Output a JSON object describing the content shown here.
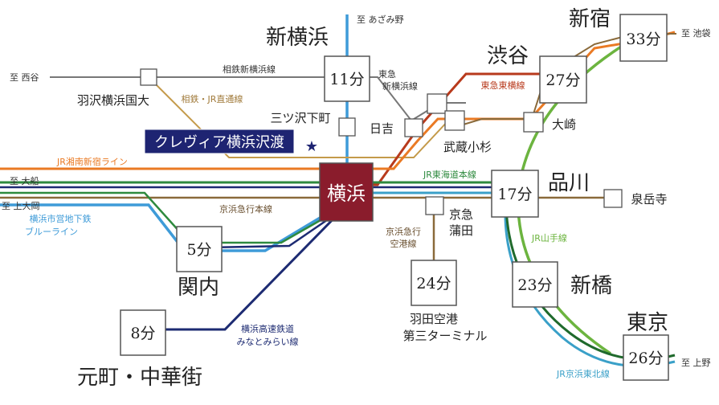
{
  "colors": {
    "line_blue": "#3e9bd8",
    "line_navy": "#1d2b72",
    "line_green": "#2e8a3e",
    "line_darkgreen": "#1f6a2c",
    "line_orange": "#ea7a24",
    "line_brown": "#8a6a3a",
    "line_gray": "#777777",
    "line_red": "#b83a1c",
    "line_lime": "#6cb43f",
    "line_gold": "#c49a4a",
    "line_tealblue": "#3aa0c8",
    "yokohama_fill": "#8a1c2c",
    "cleveria_fill": "#1e2472",
    "star": "#1e2472"
  },
  "hub": {
    "name": "横浜"
  },
  "property": {
    "name": "クレヴィア横浜沢渡",
    "star": "★"
  },
  "stations": {
    "shinyokohama": {
      "name": "新横浜",
      "time": "11分"
    },
    "shinjuku": {
      "name": "新宿",
      "time": "33分"
    },
    "shibuya": {
      "name": "渋谷",
      "time": "27分"
    },
    "shinagawa": {
      "name": "品川",
      "time": "17分"
    },
    "shimbashi": {
      "name": "新橋",
      "time": "23分"
    },
    "tokyo": {
      "name": "東京",
      "time": "26分"
    },
    "kannai": {
      "name": "関内",
      "time": "5分"
    },
    "motomachi": {
      "name": "元町・中華街",
      "time": "8分"
    },
    "haneda": {
      "name_line1": "羽田空港",
      "name_line2": "第三ターミナル",
      "time": "24分"
    },
    "hazawa": {
      "name": "羽沢横浜国大"
    },
    "mitsuzawa": {
      "name": "三ツ沢下町"
    },
    "hiyoshi": {
      "name": "日吉"
    },
    "musashikosugi": {
      "name": "武蔵小杉"
    },
    "osaki": {
      "name": "大崎"
    },
    "sengakuji": {
      "name": "泉岳寺"
    },
    "keikyu_kamata": {
      "name_line1": "京急",
      "name_line2": "蒲田"
    }
  },
  "lines": {
    "sotetsu_shinyokohama": "相鉄新横浜線",
    "sotetsu_jr": "相鉄・JR直通線",
    "tokyu_shinyokohama_1": "東急",
    "tokyu_shinyokohama_2": "新横浜線",
    "tokyu_toyoko": "東急東横線",
    "jr_shonan": "JR湘南新宿ライン",
    "jr_tokaido": "JR東海道本線",
    "keikyu_main": "京浜急行本線",
    "blueline_1": "横浜市営地下鉄",
    "blueline_2": "ブルーライン",
    "keikyu_airport_1": "京浜急行",
    "keikyu_airport_2": "空港線",
    "jr_yamanote": "JR山手線",
    "minatomirai_1": "横浜高速鉄道",
    "minatomirai_2": "みなとみらい線",
    "jr_keihintohoku": "JR京浜東北線"
  },
  "destinations": {
    "azamino": "至 あざみ野",
    "ikebukuro": "至 池袋",
    "nishiya": "至 西谷",
    "ofuna": "至 大船",
    "kamiooka": "至 上大岡",
    "ueno": "至 上野"
  }
}
